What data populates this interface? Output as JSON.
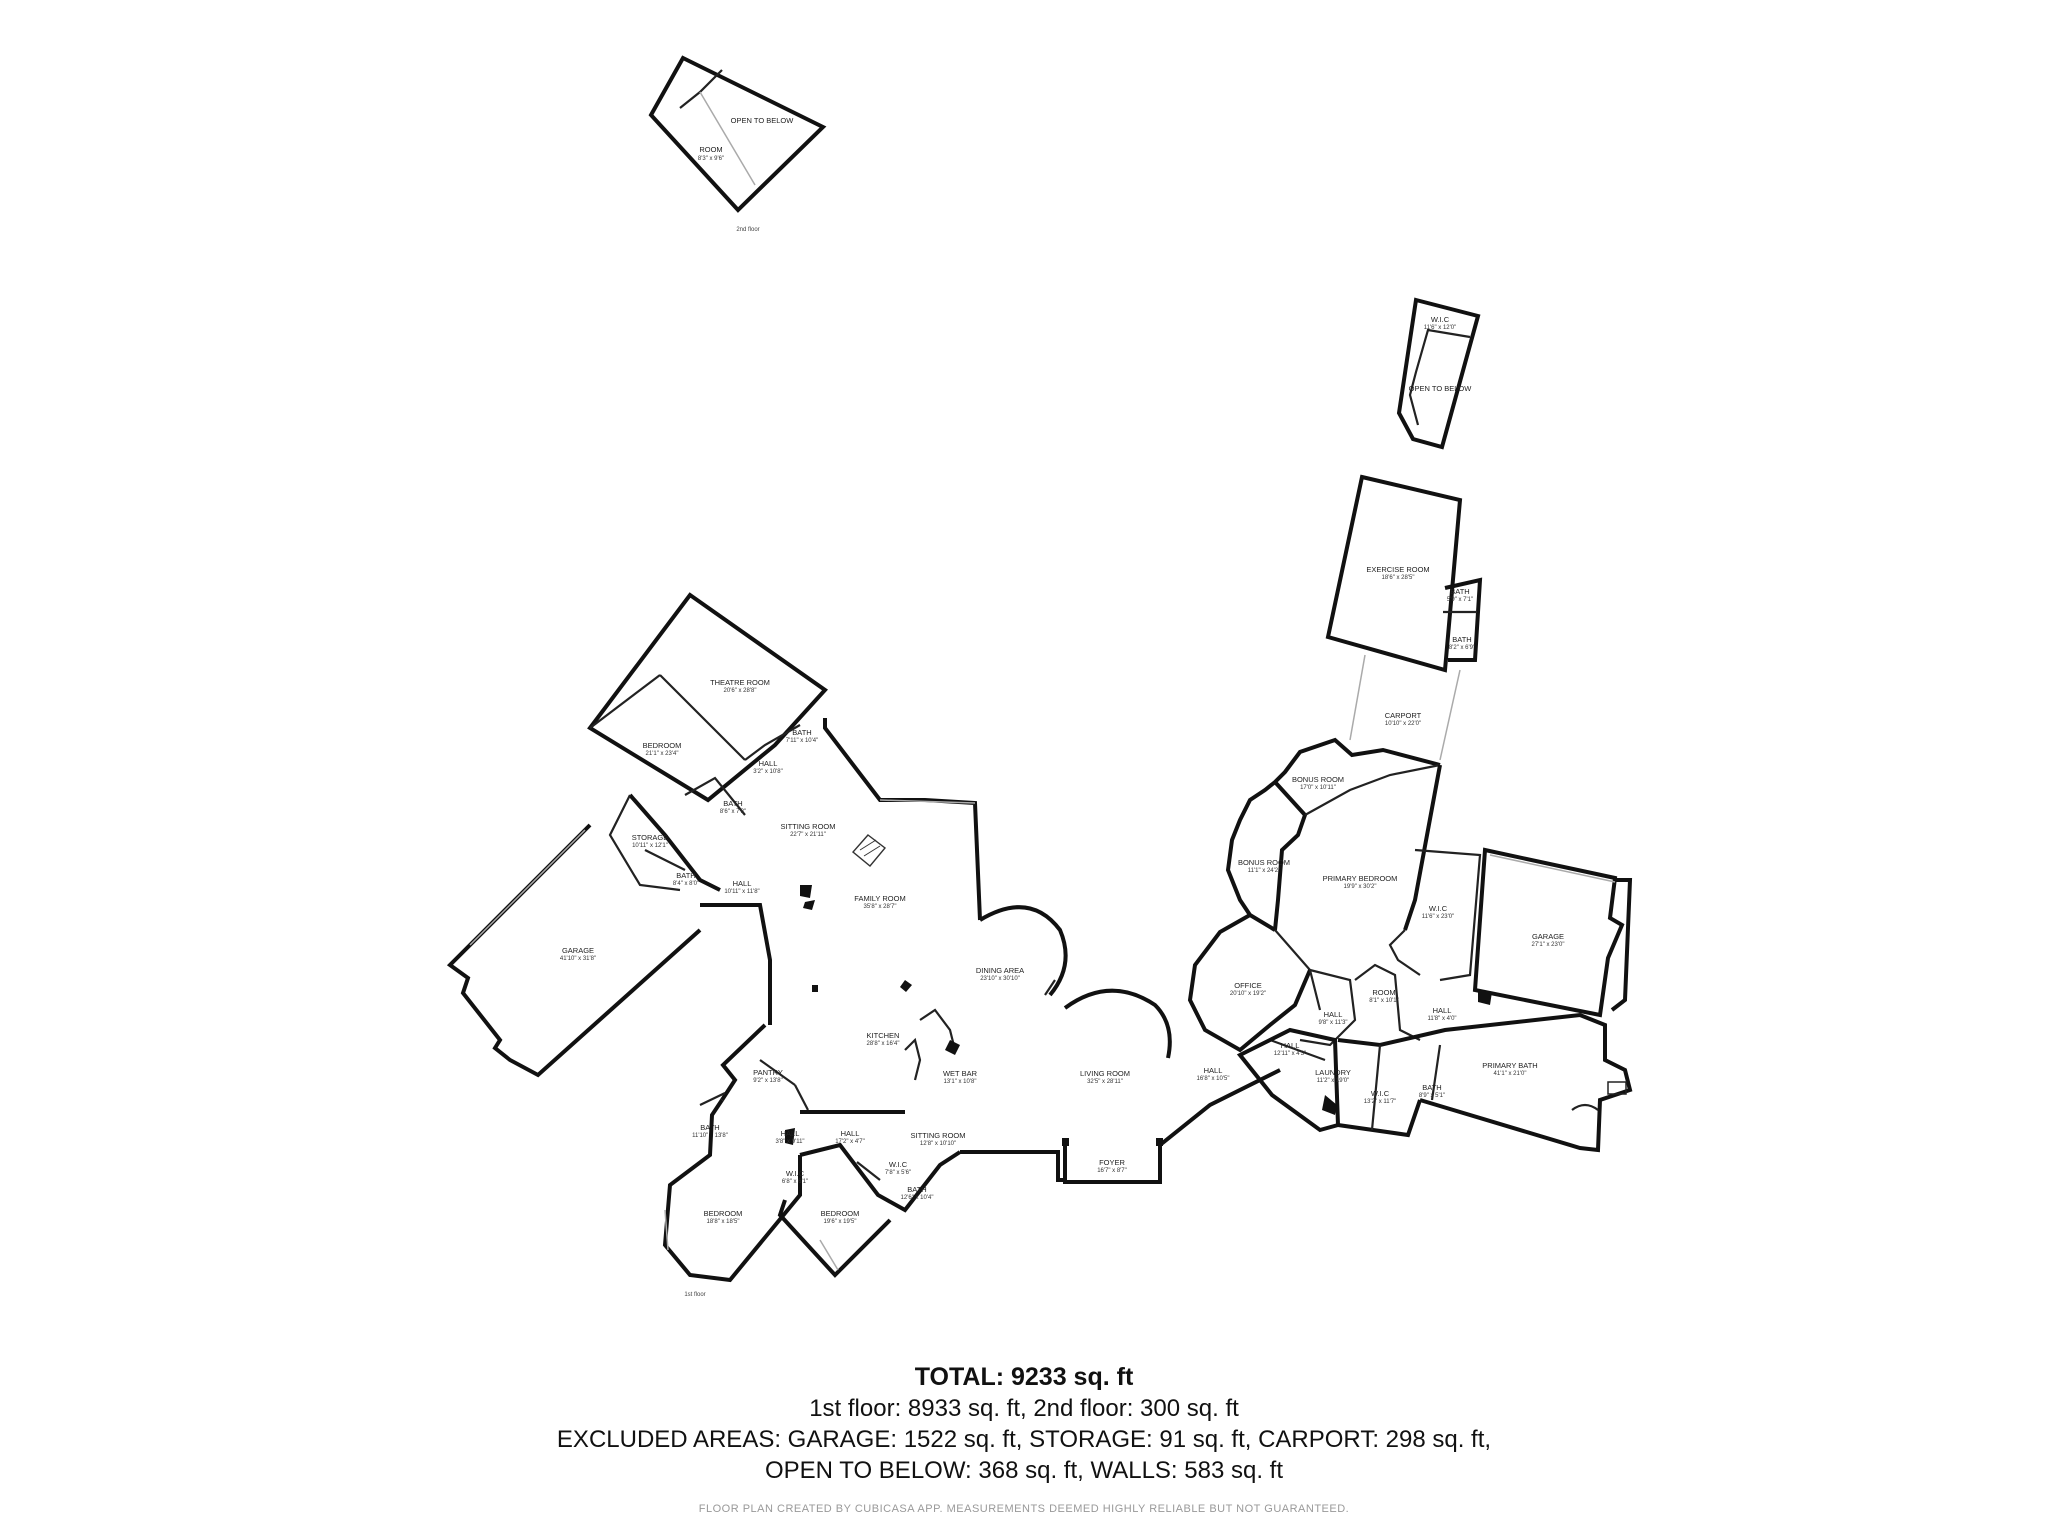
{
  "floors": {
    "second": {
      "label": "2nd floor",
      "rooms": [
        {
          "id": "room2",
          "name": "ROOM",
          "dims": "8'3\" x 9'6\""
        },
        {
          "id": "otb1",
          "name": "OPEN TO BELOW",
          "dims": ""
        },
        {
          "id": "wic2",
          "name": "W.I.C",
          "dims": "11'6\" x 12'0\""
        },
        {
          "id": "otb2",
          "name": "OPEN TO BELOW",
          "dims": ""
        }
      ]
    },
    "first": {
      "label": "1st floor",
      "rooms": [
        {
          "id": "theatre",
          "name": "THEATRE ROOM",
          "dims": "20'6\" x 28'8\""
        },
        {
          "id": "bed1",
          "name": "BEDROOM",
          "dims": "21'1\" x 23'4\""
        },
        {
          "id": "bath_a",
          "name": "BATH",
          "dims": "7'11\" x 10'4\""
        },
        {
          "id": "hall_a",
          "name": "HALL",
          "dims": "3'2\" x 10'8\""
        },
        {
          "id": "bath_b",
          "name": "BATH",
          "dims": "8'6\" x 7'8\""
        },
        {
          "id": "sitting1",
          "name": "SITTING ROOM",
          "dims": "22'7\" x 21'11\""
        },
        {
          "id": "storage",
          "name": "STORAGE",
          "dims": "10'11\" x 12'1\""
        },
        {
          "id": "bath_c",
          "name": "BATH",
          "dims": "8'4\" x 8'0\""
        },
        {
          "id": "hall_b",
          "name": "HALL",
          "dims": "10'11\" x 11'8\""
        },
        {
          "id": "family",
          "name": "FAMILY ROOM",
          "dims": "35'8\" x 28'7\""
        },
        {
          "id": "garage1",
          "name": "GARAGE",
          "dims": "41'10\" x 31'8\""
        },
        {
          "id": "dining",
          "name": "DINING AREA",
          "dims": "23'10\" x 30'10\""
        },
        {
          "id": "kitchen",
          "name": "KITCHEN",
          "dims": "28'8\" x 16'4\""
        },
        {
          "id": "wetbar",
          "name": "WET BAR",
          "dims": "13'1\" x 10'8\""
        },
        {
          "id": "pantry",
          "name": "PANTRY",
          "dims": "9'2\" x 13'8\""
        },
        {
          "id": "living",
          "name": "LIVING ROOM",
          "dims": "32'5\" x 28'11\""
        },
        {
          "id": "bath_d",
          "name": "BATH",
          "dims": "11'10\" x 13'8\""
        },
        {
          "id": "hall_c",
          "name": "HALL",
          "dims": "3'8\" x 9'11\""
        },
        {
          "id": "hall_d",
          "name": "HALL",
          "dims": "17'2\" x 4'7\""
        },
        {
          "id": "sitting2",
          "name": "SITTING ROOM",
          "dims": "12'8\" x 10'10\""
        },
        {
          "id": "wic_a",
          "name": "W.I.C",
          "dims": "6'8\" x 6'1\""
        },
        {
          "id": "wic_b",
          "name": "W.I.C",
          "dims": "7'8\" x 5'6\""
        },
        {
          "id": "bath_e",
          "name": "BATH",
          "dims": "12'6\" x 10'4\""
        },
        {
          "id": "foyer",
          "name": "FOYER",
          "dims": "16'7\" x 8'7\""
        },
        {
          "id": "bed2",
          "name": "BEDROOM",
          "dims": "18'8\" x 18'5\""
        },
        {
          "id": "bed3",
          "name": "BEDROOM",
          "dims": "19'6\" x 19'5\""
        },
        {
          "id": "hall_e",
          "name": "HALL",
          "dims": "16'8\" x 10'5\""
        },
        {
          "id": "exercise",
          "name": "EXERCISE ROOM",
          "dims": "18'6\" x 28'5\""
        },
        {
          "id": "bath_f",
          "name": "BATH",
          "dims": "5'9\" x 7'1\""
        },
        {
          "id": "bath_g",
          "name": "BATH",
          "dims": "8'2\" x 6'9\""
        },
        {
          "id": "carport",
          "name": "CARPORT",
          "dims": "10'10\" x 22'0\""
        },
        {
          "id": "bonus1",
          "name": "BONUS ROOM",
          "dims": "17'0\" x 10'11\""
        },
        {
          "id": "bonus2",
          "name": "BONUS ROOM",
          "dims": "11'1\" x 24'2\""
        },
        {
          "id": "primary_bed",
          "name": "PRIMARY BEDROOM",
          "dims": "19'9\" x 30'2\""
        },
        {
          "id": "wic_c",
          "name": "W.I.C",
          "dims": "11'6\" x 23'0\""
        },
        {
          "id": "garage2",
          "name": "GARAGE",
          "dims": "27'1\" x 23'0\""
        },
        {
          "id": "office",
          "name": "OFFICE",
          "dims": "20'10\" x 19'2\""
        },
        {
          "id": "room1",
          "name": "ROOM",
          "dims": "8'1\" x 10'1\""
        },
        {
          "id": "hall_f",
          "name": "HALL",
          "dims": "11'8\" x 4'0\""
        },
        {
          "id": "hall_g",
          "name": "HALL",
          "dims": "9'8\" x 11'3\""
        },
        {
          "id": "hall_h",
          "name": "HALL",
          "dims": "12'11\" x 4'3\""
        },
        {
          "id": "laundry",
          "name": "LAUNDRY",
          "dims": "11'2\" x 19'0\""
        },
        {
          "id": "wic_d",
          "name": "W.I.C",
          "dims": "13'2\" x 11'7\""
        },
        {
          "id": "bath_h",
          "name": "BATH",
          "dims": "8'9\" x 5'1\""
        },
        {
          "id": "primary_bath",
          "name": "PRIMARY BATH",
          "dims": "41'1\" x 21'0\""
        }
      ]
    }
  },
  "summary": {
    "total": "TOTAL: 9233 sq. ft",
    "line1": "1st floor: 8933 sq. ft, 2nd floor: 300 sq. ft",
    "line2": "EXCLUDED AREAS: GARAGE: 1522 sq. ft, STORAGE: 91 sq. ft, CARPORT: 298 sq. ft,",
    "line3": "OPEN TO BELOW: 368 sq. ft, WALLS: 583 sq. ft"
  },
  "credit": "FLOOR PLAN CREATED BY CUBICASA APP. MEASUREMENTS DEEMED HIGHLY RELIABLE BUT NOT GUARANTEED."
}
